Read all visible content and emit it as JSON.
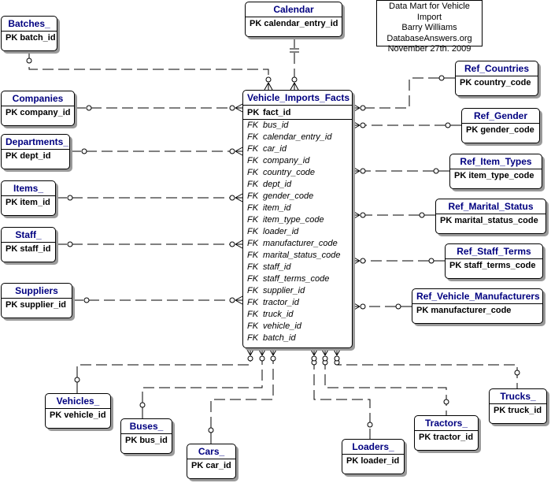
{
  "note": {
    "lines": [
      "Data Mart for Vehicle Import",
      "Barry Williams",
      "DatabaseAnswers.org",
      "November 27th. 2009"
    ]
  },
  "fact": {
    "title": "Vehicle_Imports_Facts",
    "pk_prefix": "PK",
    "pk": "fact_id",
    "fk_prefix": "FK",
    "fks": [
      "bus_id",
      "calendar_entry_id",
      "car_id",
      "company_id",
      "country_code",
      "dept_id",
      "gender_code",
      "item_id",
      "item_type_code",
      "loader_id",
      "manufacturer_code",
      "marital_status_code",
      "staff_id",
      "staff_terms_code",
      "supplier_id",
      "tractor_id",
      "truck_id",
      "vehicle_id",
      "batch_id"
    ]
  },
  "entities": [
    {
      "key": "batches",
      "title": "Batches_",
      "pk": "PK  batch_id"
    },
    {
      "key": "calendar",
      "title": "Calendar",
      "pk": "PK  calendar_entry_id"
    },
    {
      "key": "companies",
      "title": "Companies",
      "pk": "PK  company_id"
    },
    {
      "key": "departments",
      "title": "Departments_",
      "pk": "PK  dept_id"
    },
    {
      "key": "items",
      "title": "Items_",
      "pk": "PK  item_id"
    },
    {
      "key": "staff",
      "title": "Staff_",
      "pk": "PK  staff_id"
    },
    {
      "key": "suppliers",
      "title": "Suppliers",
      "pk": "PK  supplier_id"
    },
    {
      "key": "ref_countries",
      "title": "Ref_Countries",
      "pk": "PK  country_code"
    },
    {
      "key": "ref_gender",
      "title": "Ref_Gender",
      "pk": "PK  gender_code"
    },
    {
      "key": "ref_item_types",
      "title": "Ref_Item_Types",
      "pk": "PK  item_type_code"
    },
    {
      "key": "ref_marital_status",
      "title": "Ref_Marital_Status",
      "pk": "PK  marital_status_code"
    },
    {
      "key": "ref_staff_terms",
      "title": "Ref_Staff_Terms",
      "pk": "PK  staff_terms_code"
    },
    {
      "key": "ref_vehicle_manufacturers",
      "title": "Ref_Vehicle_Manufacturers",
      "pk": "PK  manufacturer_code"
    },
    {
      "key": "vehicles",
      "title": "Vehicles_",
      "pk": "PK  vehicle_id"
    },
    {
      "key": "buses",
      "title": "Buses_",
      "pk": "PK  bus_id"
    },
    {
      "key": "cars",
      "title": "Cars_",
      "pk": "PK  car_id"
    },
    {
      "key": "loaders",
      "title": "Loaders_",
      "pk": "PK  loader_id"
    },
    {
      "key": "tractors",
      "title": "Tractors_",
      "pk": "PK  tractor_id"
    },
    {
      "key": "trucks",
      "title": "Trucks_",
      "pk": "PK  truck_id"
    }
  ]
}
